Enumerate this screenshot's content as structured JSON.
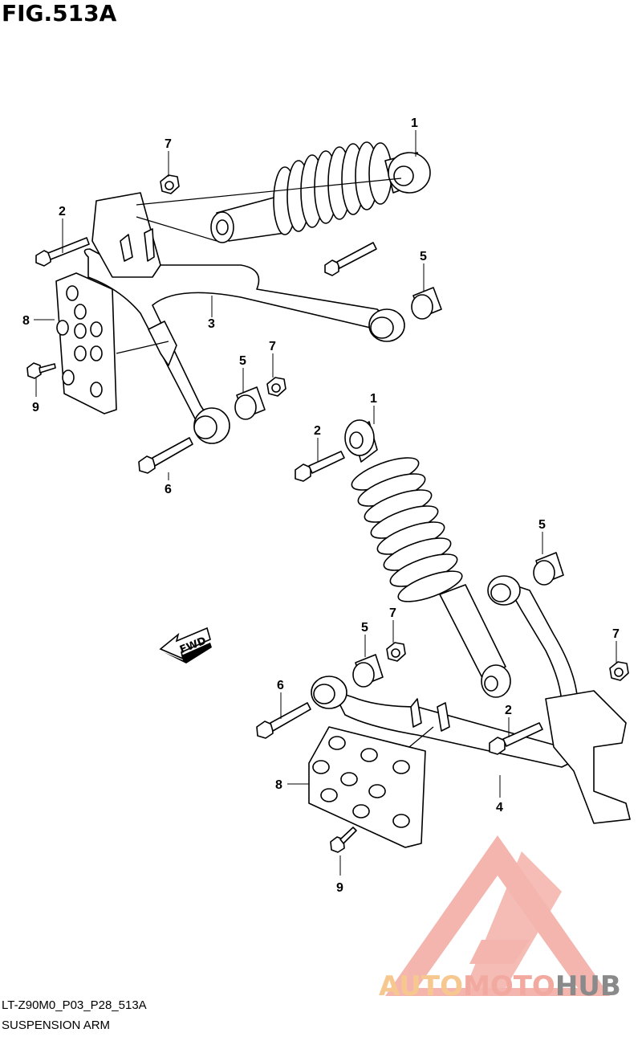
{
  "figure": {
    "title": "FIG.513A",
    "footer_code": "LT-Z90M0_P03_P28_513A",
    "footer_title": "SUSPENSION ARM",
    "fwd_label": "FWD"
  },
  "callouts": {
    "top": {
      "c1": "1",
      "c2": "2",
      "c3": "3",
      "c5a": "5",
      "c5b": "5",
      "c6": "6",
      "c7a": "7",
      "c7b": "7",
      "c8": "8",
      "c9": "9"
    },
    "bottom": {
      "c1": "1",
      "c2a": "2",
      "c2b": "2",
      "c4": "4",
      "c5a": "5",
      "c5b": "5",
      "c6": "6",
      "c7a": "7",
      "c7b": "7",
      "c8": "8",
      "c9": "9"
    }
  },
  "watermark": {
    "word1": "AUTO",
    "word2": "MOTO",
    "word3": "HUB",
    "colors": {
      "auto": "#f6c890",
      "moto": "#f2a9a0",
      "hub": "#8a8a8a",
      "triangle": "#f2a9a0"
    }
  }
}
